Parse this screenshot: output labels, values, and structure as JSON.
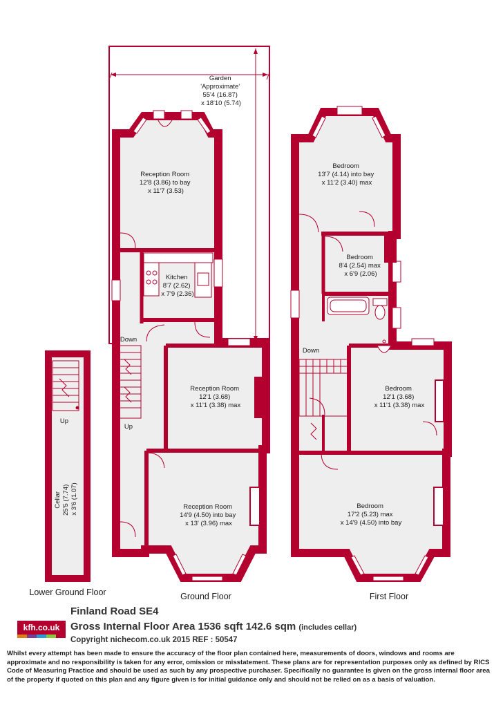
{
  "colors": {
    "wall": "#b3002e",
    "floor": "#eeeeee",
    "logo_stripes": [
      "#e07b1c",
      "#7a3f91",
      "#2f9bd6",
      "#8cc63f",
      "#b3002e"
    ]
  },
  "rooms": {
    "garden": [
      "Garden",
      "'Approximate'",
      "55'4 (16.87)",
      "x 18'10 (5.74)"
    ],
    "reception_rear": [
      "Reception Room",
      "12'8 (3.86) to bay",
      "x 11'7 (3.53)"
    ],
    "kitchen": [
      "Kitchen",
      "8'7 (2.62)",
      "x 7'9 (2.36)"
    ],
    "reception_middle": [
      "Reception Room",
      "12'1 (3.68)",
      "x 11'1 (3.38) max"
    ],
    "reception_front": [
      "Reception Room",
      "14'9 (4.50) into bay",
      "x 13' (3.96) max"
    ],
    "bedroom_rear": [
      "Bedroom",
      "13'7 (4.14) into bay",
      "x 11'2 (3.40) max"
    ],
    "bedroom_small": [
      "Bedroom",
      "8'4 (2.54) max",
      "x 6'9 (2.06)"
    ],
    "bedroom_middle": [
      "Bedroom",
      "12'1 (3.68)",
      "x 11'1 (3.38) max"
    ],
    "bedroom_front": [
      "Bedroom",
      "17'2 (5.23) max",
      "x 14'9 (4.50) into bay"
    ],
    "cellar": [
      "Cellar",
      "25'5 (7.74)",
      "x 3'6 (1.07)"
    ]
  },
  "stairs": {
    "down_ground": "Down",
    "up_ground": "Up",
    "up_cellar": "Up",
    "down_first": "Down"
  },
  "floors": {
    "lower": "Lower Ground Floor",
    "ground": "Ground Floor",
    "first": "First Floor"
  },
  "header": {
    "logo": "kfh.co.uk",
    "title": "Finland Road SE4",
    "area": "Gross Internal Floor Area 1536 sqft 142.6 sqm",
    "area_note": "(includes cellar)",
    "copyright": "Copyright nichecom.co.uk 2015 REF : 50547"
  },
  "disclaimer": "Whilst every attempt has been made to ensure the accuracy of the floor plan contained here, measurements of doors, windows and rooms are approximate and no responsibility is taken for any error, omission or misstatement.  These plans are for representation purposes only as defined by RICS Code of Measuring Practice and should be used as such by any prospective purchaser.  Specifically no guarantee is given on the gross internal floor area of the property if quoted on this plan and any figure given is for initial guidance only and should not be relied on as a basis of valuation."
}
